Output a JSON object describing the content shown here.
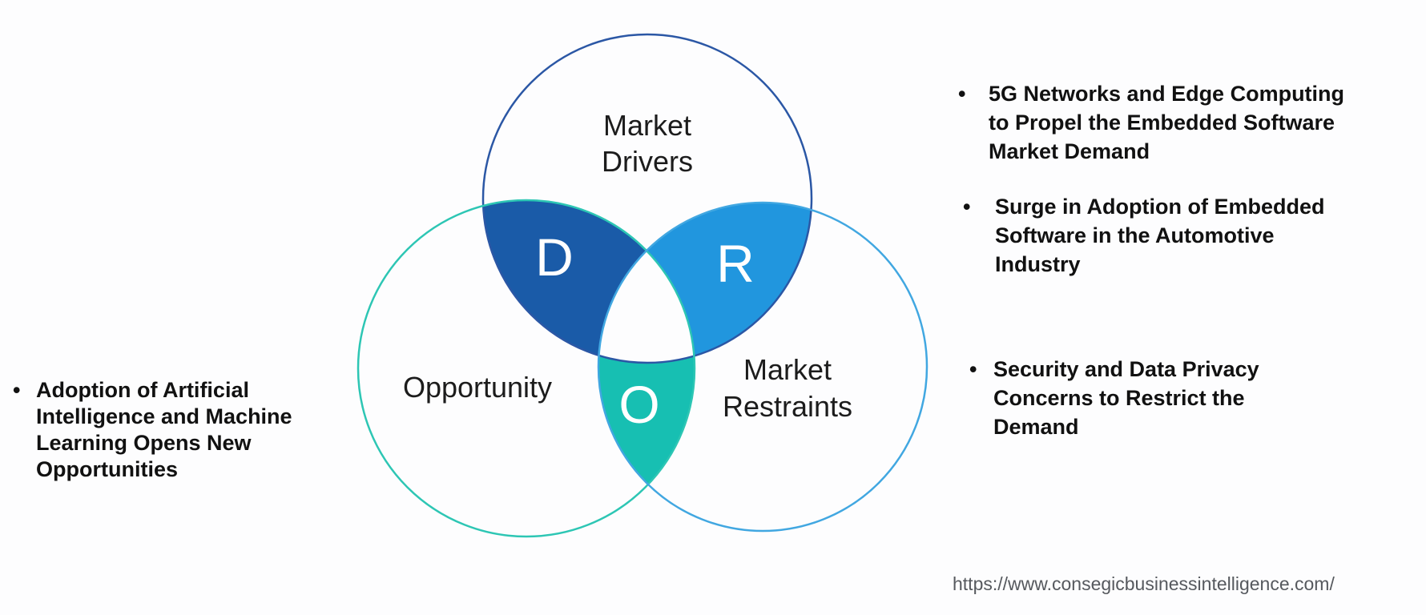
{
  "colors": {
    "background": "#fdfdfe",
    "drivers_fill": "#1a5ba8",
    "restraints_fill": "#2196de",
    "opportunity_fill": "#17bfb2",
    "drivers_stroke": "#2b57a5",
    "opportunity_stroke": "#2dc6b4",
    "restraints_stroke": "#41a7e1",
    "letter_color": "#ffffff",
    "label_color": "#1c1c1c",
    "bullet_color": "#111111",
    "url_color": "#56595e"
  },
  "venn": {
    "drivers": {
      "line1": "Market",
      "line2": "Drivers",
      "letter": "D"
    },
    "opportunity": {
      "line1": "Opportunity",
      "letter": "O"
    },
    "restraints": {
      "line1": "Market",
      "line2": "Restraints",
      "letter": "R"
    }
  },
  "bullets_left": [
    {
      "marker": "•",
      "lines": [
        "Adoption of Artificial",
        "Intelligence and Machine",
        "Learning Opens New",
        "Opportunities"
      ]
    }
  ],
  "bullets_right": [
    {
      "marker": "•",
      "lines": [
        "5G Networks and Edge Computing",
        "to Propel the Embedded Software",
        "Market Demand"
      ]
    },
    {
      "marker": "•",
      "lines": [
        "Surge in Adoption of Embedded",
        "Software in the Automotive",
        "Industry"
      ]
    },
    {
      "marker": "•",
      "lines": [
        "Security and Data Privacy",
        "Concerns to Restrict the",
        "Demand"
      ]
    }
  ],
  "footer": {
    "url": "https://www.consegicbusinessintelligence.com/"
  }
}
